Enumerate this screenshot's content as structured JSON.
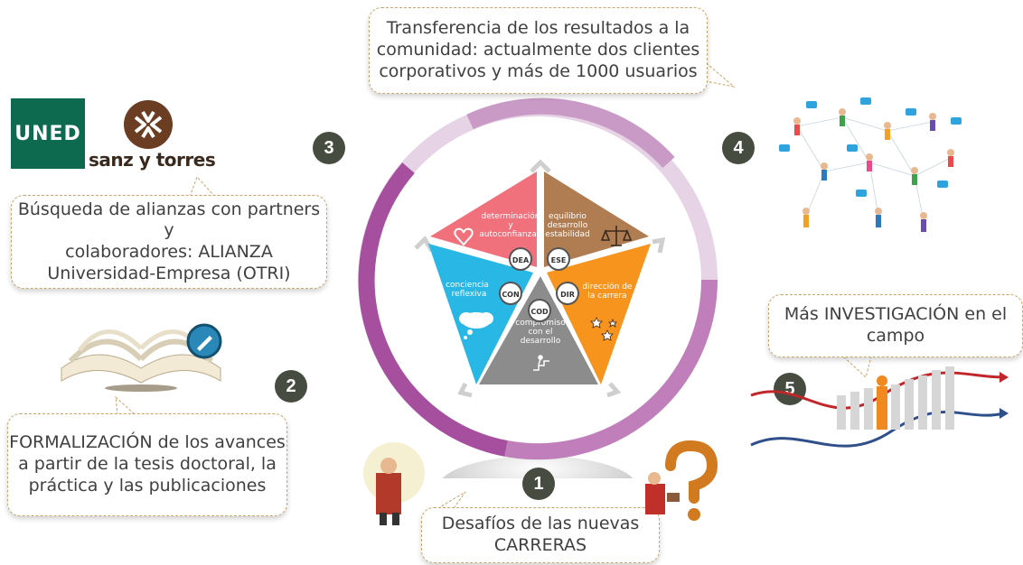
{
  "callouts": {
    "transfer": [
      "Transferencia de los resultados a la",
      "comunidad: actualmente dos clientes",
      "corporativos y más de 1000 usuarios"
    ],
    "alliances": [
      "Búsqueda de alianzas con partners y",
      "colaboradores: ALIANZA",
      "Universidad-Empresa (OTRI)"
    ],
    "formalization": [
      "FORMALIZACIÓN de los avances",
      "a partir de la tesis doctoral, la",
      "práctica y las publicaciones"
    ],
    "research": [
      "Más INVESTIGACIÓN en el",
      "campo"
    ],
    "challenges": [
      "Desafíos de las nuevas",
      "CARRERAS"
    ]
  },
  "numbers": {
    "n1": "1",
    "n2": "2",
    "n3": "3",
    "n4": "4",
    "n5": "5"
  },
  "logos": {
    "uned": "UNED",
    "sanz_torres": "sanz y torres"
  },
  "pentagon": {
    "dea": {
      "lines": [
        "determinación",
        "y",
        "autoconfianza"
      ],
      "code": "DEA",
      "color": "#f0707c"
    },
    "ese": {
      "lines": [
        "equilibrio",
        "desarrollo",
        "estabilidad"
      ],
      "code": "ESE",
      "color": "#b07c52"
    },
    "dir": {
      "lines": [
        "dirección de",
        "la carrera"
      ],
      "code": "DIR",
      "color": "#f7941d"
    },
    "cod": {
      "lines": [
        "compromiso",
        "con el",
        "desarrollo"
      ],
      "code": "COD",
      "color": "#8c8c8c"
    },
    "con": {
      "lines": [
        "conciencia",
        "reflexiva"
      ],
      "code": "CON",
      "color": "#29b7e5"
    }
  },
  "colors": {
    "ring": "#a54f9e",
    "ring_light": "#e3cbe3",
    "badge": "#464c40",
    "callout_border": "#c9a56a"
  }
}
